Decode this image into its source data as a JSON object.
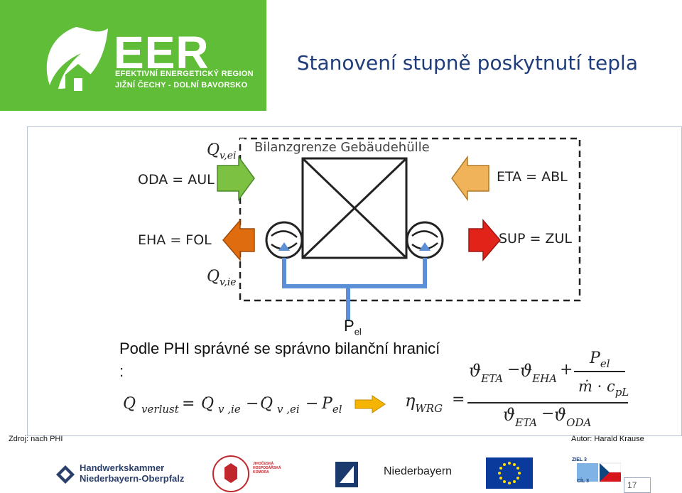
{
  "header": {
    "title": "Stanovení stupně poskytnutí tepla",
    "logo_text": "EER",
    "logo_line1": "EFEKTIVNÍ ENERGETICKÝ REGION",
    "logo_line2": "JIŽNÍ ČECHY - DOLNÍ BAVORSKO"
  },
  "diagram": {
    "boundary_label": "Bilanzgrenze Gebäudehülle",
    "oda_label": "ODA = AUL",
    "eta_label": "ETA = ABL",
    "eha_label": "EHA = FOL",
    "sup_label": "SUP = ZUL",
    "q_vei_sub": "v,ei",
    "q_vie_sub": "v,ie",
    "q_symbol": "Q",
    "pel_main": "P",
    "pel_sub": "el",
    "colors": {
      "green_arrow": "#7cc142",
      "orange_arrow": "#f0b35a",
      "dark_orange_arrow": "#e06c10",
      "red_arrow": "#e2231a",
      "blue_duct": "#5b8fd6",
      "dashed": "#222222"
    }
  },
  "text": {
    "podle": "Podle PHI správné se správno bilanční hranicí",
    "colon": ":",
    "eq1_lhs_sub": "verlust",
    "eq1_eq": "=",
    "eq1_q1_sub": "v ,ie",
    "eq1_minus": "−",
    "eq1_q2_sub": "v ,ei",
    "eq1_minus2": "−",
    "eq1_p": "P",
    "eq1_p_sub": "el",
    "eta_sym": "η",
    "eta_sub": "WRG",
    "eta_eq": "=",
    "num_theta": "ϑ",
    "num_t1_sub": "ETA",
    "num_minus": "−",
    "num_t2_sub": "EHA",
    "num_plus": "+",
    "frac_num": "P",
    "frac_num_sub": "el",
    "frac_den_m": "ṁ · c",
    "frac_den_sub": "pL",
    "den_t1_sub": "ETA",
    "den_minus": "−",
    "den_t2_sub": "ODA"
  },
  "source": "Zdroj: nach PHI",
  "author": "Autor: Harald Krause",
  "footer": {
    "hwk_line1": "Handwerkskammer",
    "hwk_line2": "Niederbayern-Oberpfalz",
    "hk_line1": "JIHOČESKÁ",
    "hk_line2": "HOSPODÁŘSKÁ",
    "hk_line3": "KOMORA",
    "ihk_tag": "IHK",
    "ihk_name": "Niederbayern",
    "cil_top": "ZIEL 3",
    "cil_bottom": "CÍL 3",
    "page_number": "17"
  }
}
